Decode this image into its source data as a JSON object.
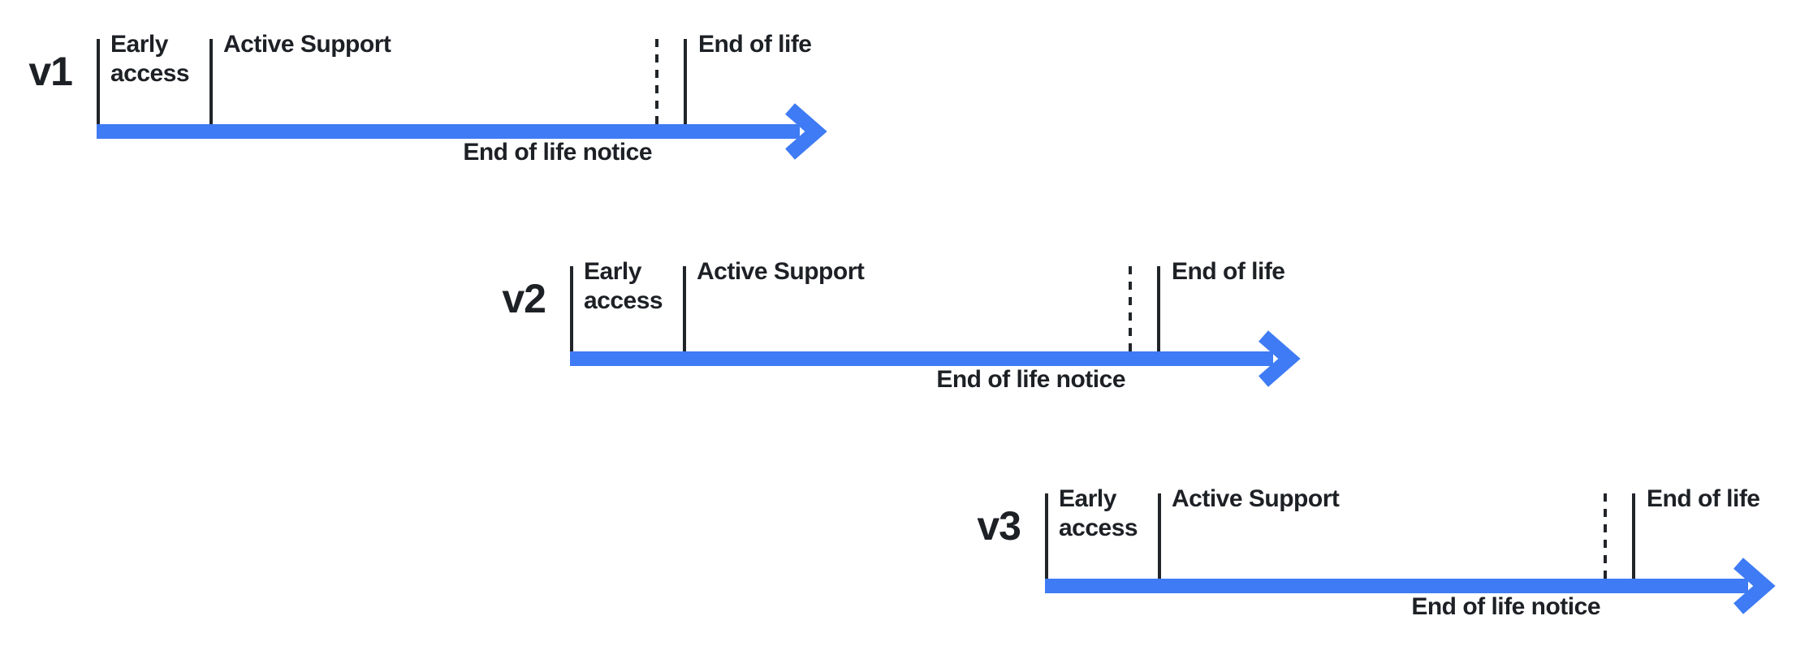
{
  "colors": {
    "background": "#ffffff",
    "arrow": "#3e7bf4",
    "line": "#212529",
    "text": "#1d2025"
  },
  "timelines": [
    {
      "version": "v1",
      "early_access_label": "Early access",
      "active_support_label": "Active Support",
      "end_of_life_label": "End of life",
      "notice_label": "End of life notice"
    },
    {
      "version": "v2",
      "early_access_label": "Early access",
      "active_support_label": "Active Support",
      "end_of_life_label": "End of life",
      "notice_label": "End of life notice"
    },
    {
      "version": "v3",
      "early_access_label": "Early access",
      "active_support_label": "Active Support",
      "end_of_life_label": "End of life",
      "notice_label": "End of life notice"
    }
  ]
}
